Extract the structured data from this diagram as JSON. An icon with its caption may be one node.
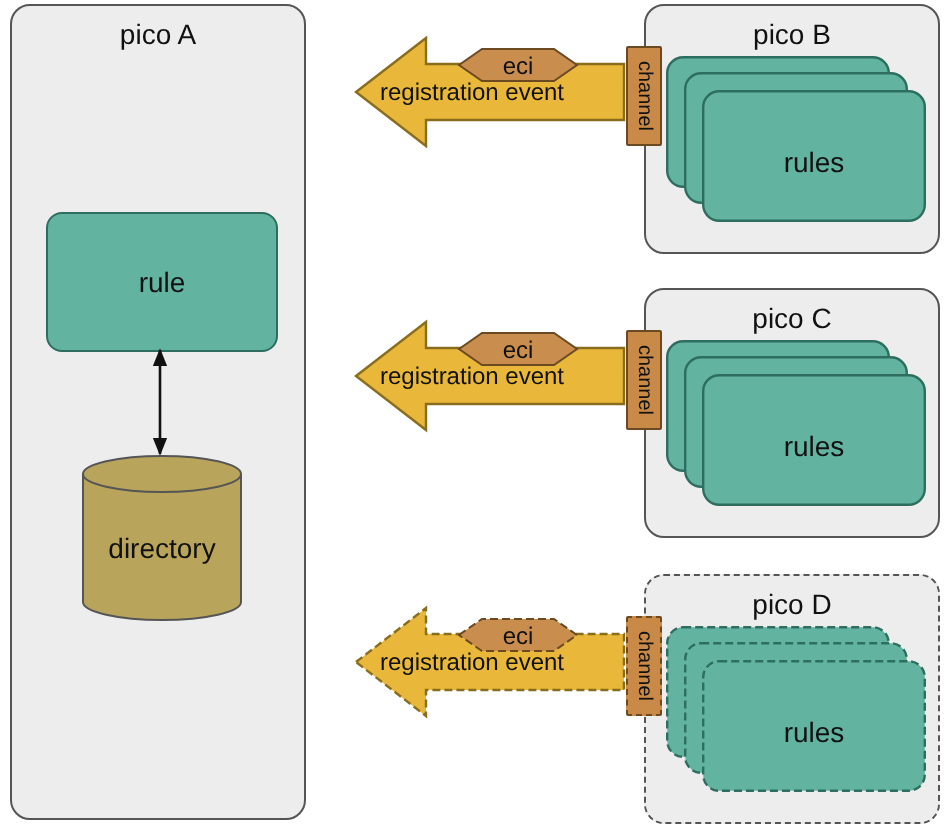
{
  "diagram": {
    "nodes": [
      {
        "text": [
          "pico A"
        ]
      },
      {
        "text": [
          "rule"
        ],
        "in": 0
      },
      {
        "text": [
          "directory"
        ],
        "in": 0
      },
      {
        "text": [
          "pico B"
        ]
      },
      {
        "text": [
          "channel"
        ],
        "in": 3
      },
      {
        "text": [
          "rules"
        ],
        "in": 3
      },
      {
        "text": [
          "eci"
        ]
      },
      {
        "text": [
          "pico C"
        ]
      },
      {
        "text": [
          "channel"
        ],
        "in": 7
      },
      {
        "text": [
          "rules"
        ],
        "in": 7
      },
      {
        "text": [
          "eci"
        ]
      },
      {
        "text": [
          "pico D"
        ]
      },
      {
        "text": [
          "channel"
        ],
        "in": 11
      },
      {
        "text": [
          "rules"
        ],
        "in": 11
      },
      {
        "text": [
          "eci"
        ]
      }
    ],
    "edges": [
      {
        "from": 1,
        "to": 2,
        "arrow": "both"
      },
      {
        "from": 4,
        "to": null,
        "arrow": "to",
        "label": "registration event"
      },
      {
        "from": 8,
        "to": null,
        "arrow": "to",
        "label": "registration event"
      },
      {
        "from": 12,
        "to": null,
        "arrow": "to",
        "label": "registration event",
        "style": "dashed"
      }
    ]
  }
}
